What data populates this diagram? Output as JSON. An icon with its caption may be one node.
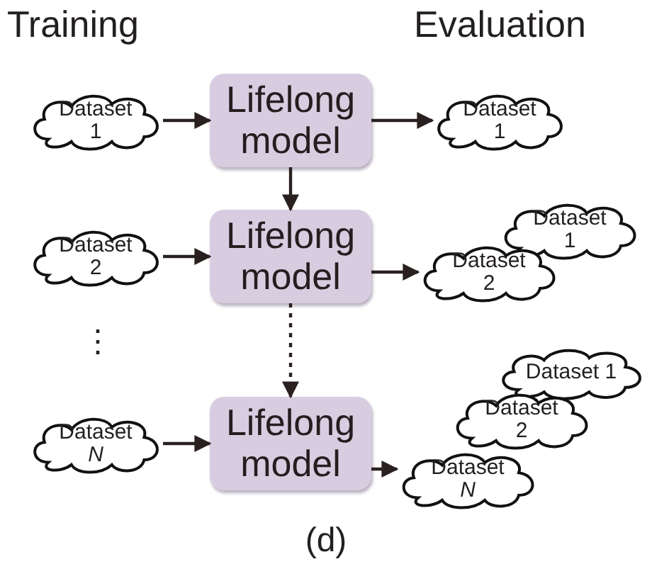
{
  "diagram": {
    "caption": "(d)",
    "nodes": [
      {
        "text": [
          "Dataset 1"
        ]
      },
      {
        "text": [
          "Lifelong model"
        ]
      },
      {
        "text": [
          "Dataset 1"
        ]
      },
      {
        "text": [
          "Dataset 2"
        ]
      },
      {
        "text": [
          "Lifelong model"
        ]
      },
      {
        "text": [
          "Dataset 1"
        ]
      },
      {
        "text": [
          "Dataset 2"
        ]
      },
      {
        "text": [
          "Dataset *N*"
        ]
      },
      {
        "text": [
          "Lifelong model"
        ]
      },
      {
        "text": [
          "Dataset 1"
        ]
      },
      {
        "text": [
          "Dataset 2"
        ]
      },
      {
        "text": [
          "Dataset *N*"
        ]
      }
    ],
    "edges": [
      {
        "from": 0,
        "to": 1,
        "arrow": "to"
      },
      {
        "from": 1,
        "to": 2,
        "arrow": "to"
      },
      {
        "from": 1,
        "to": 4,
        "arrow": "to"
      },
      {
        "from": 3,
        "to": 4,
        "arrow": "to"
      },
      {
        "from": 4,
        "to": 6,
        "arrow": "to"
      },
      {
        "from": 4,
        "to": 8,
        "arrow": "to",
        "style": "dashed"
      },
      {
        "from": 7,
        "to": 8,
        "arrow": "to"
      },
      {
        "from": 8,
        "to": 11,
        "arrow": "to"
      }
    ],
    "labels": [
      "Training",
      "Evaluation",
      "⋮"
    ]
  }
}
